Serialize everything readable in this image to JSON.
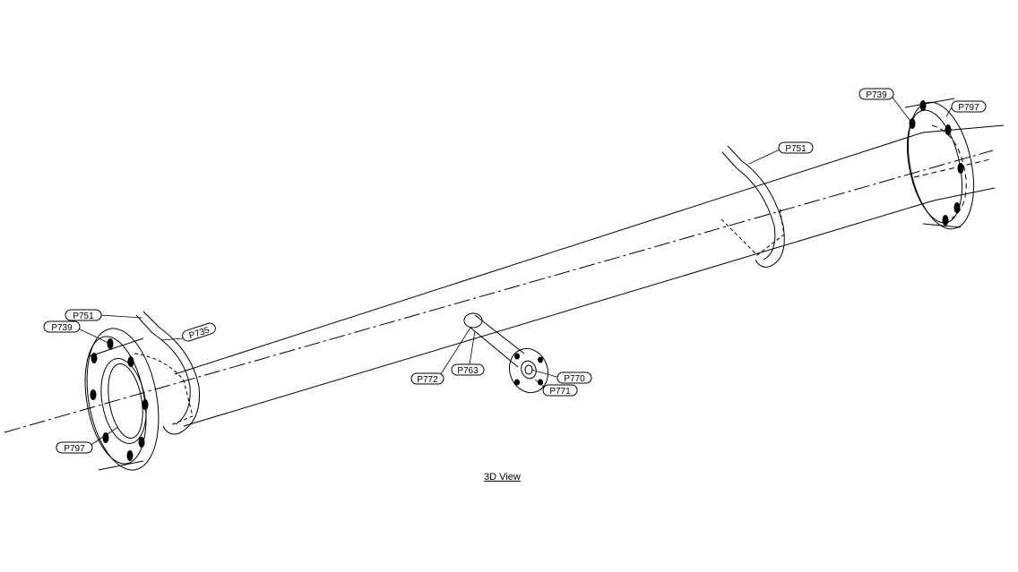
{
  "caption": "3D View",
  "tags": {
    "p751_left": "P751",
    "p739_left": "P739",
    "p735": "P735",
    "p797_left": "P797",
    "p772": "P772",
    "p763": "P763",
    "p770": "P770",
    "p771": "P771",
    "p751_right": "P751",
    "p739_right": "P739",
    "p797_right": "P797"
  },
  "colors": {
    "line": "#000000",
    "background": "#ffffff"
  }
}
